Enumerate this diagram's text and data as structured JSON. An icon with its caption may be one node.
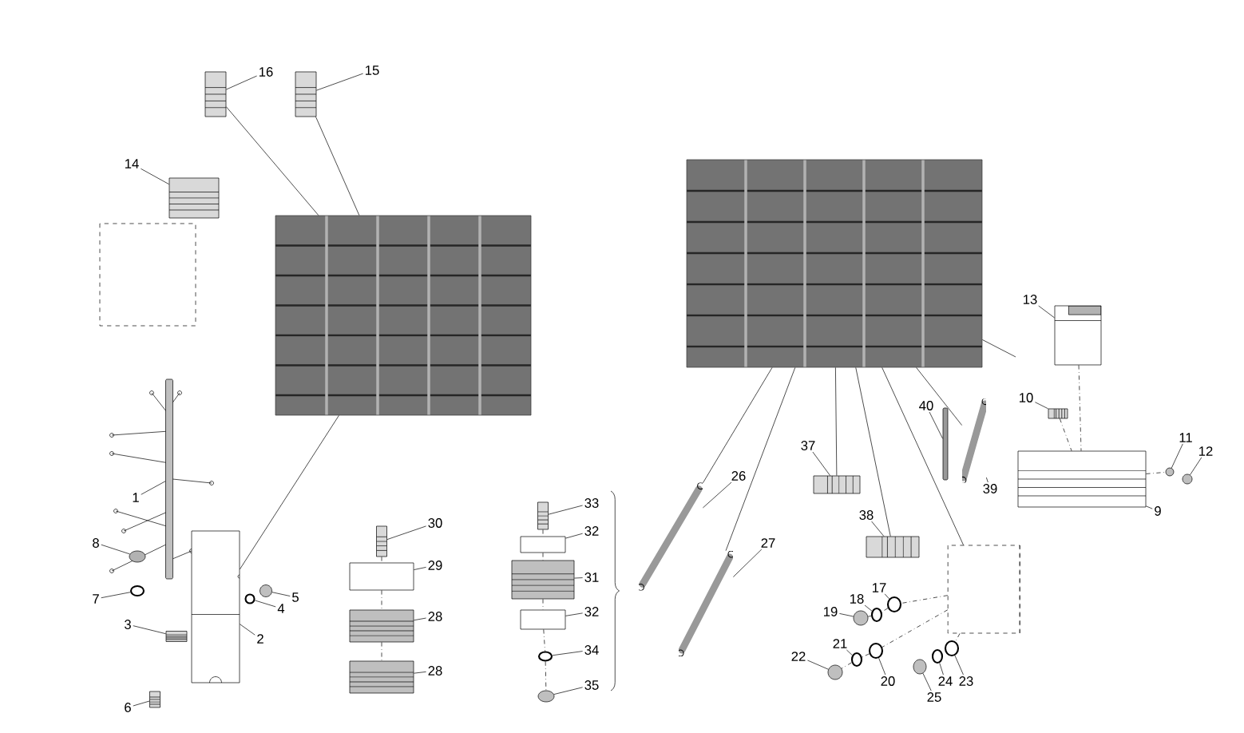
{
  "diagram": {
    "nodes": [
      {
        "text": [],
        "shape": "picture"
      },
      {
        "text": [],
        "shape": "picture"
      },
      {
        "text": [],
        "shape": "cylinder"
      },
      {
        "text": [
          "16"
        ]
      },
      {
        "text": [],
        "shape": "picture"
      },
      {
        "text": [
          "15"
        ]
      },
      {
        "text": [],
        "shape": "picture"
      },
      {
        "text": [
          "14"
        ]
      },
      {
        "text": [],
        "shape": "picture"
      },
      {
        "text": [
          "1"
        ]
      },
      {
        "text": [],
        "shape": "bar"
      },
      {
        "text": [
          "8"
        ]
      },
      {
        "text": [],
        "shape": "circle"
      },
      {
        "text": [
          "7"
        ]
      },
      {
        "text": [],
        "shape": "circle"
      },
      {
        "text": [
          "3"
        ]
      },
      {
        "text": [],
        "shape": "picture"
      },
      {
        "text": [
          "6"
        ]
      },
      {
        "text": [],
        "shape": "picture"
      },
      {
        "text": [
          "2"
        ]
      },
      {
        "text": [],
        "shape": "picture"
      },
      {
        "text": [
          "5"
        ]
      },
      {
        "text": [],
        "shape": "circle"
      },
      {
        "text": [
          "4"
        ]
      },
      {
        "text": [],
        "shape": "circle"
      },
      {
        "text": [
          "30"
        ]
      },
      {
        "text": [],
        "shape": "picture"
      },
      {
        "text": [
          "29"
        ]
      },
      {
        "text": [],
        "shape": "box"
      },
      {
        "text": [
          "28"
        ]
      },
      {
        "text": [],
        "shape": "picture"
      },
      {
        "text": [
          "28"
        ]
      },
      {
        "text": [],
        "shape": "picture"
      },
      {
        "text": [
          "33"
        ]
      },
      {
        "text": [],
        "shape": "picture"
      },
      {
        "text": [
          "32"
        ]
      },
      {
        "text": [],
        "shape": "box"
      },
      {
        "text": [
          "31"
        ]
      },
      {
        "text": [],
        "shape": "picture"
      },
      {
        "text": [
          "32"
        ]
      },
      {
        "text": [],
        "shape": "box"
      },
      {
        "text": [
          "34"
        ]
      },
      {
        "text": [],
        "shape": "circle"
      },
      {
        "text": [
          "35"
        ]
      },
      {
        "text": [],
        "shape": "circle"
      },
      {
        "text": [
          "26"
        ]
      },
      {
        "text": [],
        "shape": "picture"
      },
      {
        "text": [
          "27"
        ]
      },
      {
        "text": [],
        "shape": "picture"
      },
      {
        "text": [
          "40"
        ]
      },
      {
        "text": [],
        "shape": "bar"
      },
      {
        "text": [
          "39"
        ]
      },
      {
        "text": [],
        "shape": "picture"
      },
      {
        "text": [
          "37"
        ]
      },
      {
        "text": [],
        "shape": "picture"
      },
      {
        "text": [
          "38"
        ]
      },
      {
        "text": [],
        "shape": "picture"
      },
      {
        "text": [
          "17"
        ]
      },
      {
        "text": [],
        "shape": "circle"
      },
      {
        "text": [
          "18"
        ]
      },
      {
        "text": [],
        "shape": "circle"
      },
      {
        "text": [
          "19"
        ]
      },
      {
        "text": [],
        "shape": "circle"
      },
      {
        "text": [
          "21"
        ]
      },
      {
        "text": [],
        "shape": "circle"
      },
      {
        "text": [
          "22"
        ]
      },
      {
        "text": [],
        "shape": "circle"
      },
      {
        "text": [
          "20"
        ]
      },
      {
        "text": [],
        "shape": "circle"
      },
      {
        "text": [
          "25"
        ]
      },
      {
        "text": [],
        "shape": "circle"
      },
      {
        "text": [
          "24"
        ]
      },
      {
        "text": [],
        "shape": "circle"
      },
      {
        "text": [
          "23"
        ]
      },
      {
        "text": [],
        "shape": "circle"
      },
      {
        "text": [
          "13"
        ]
      },
      {
        "text": [],
        "shape": "picture"
      },
      {
        "text": [
          "10"
        ]
      },
      {
        "text": [],
        "shape": "picture"
      },
      {
        "text": [
          "9"
        ]
      },
      {
        "text": [],
        "shape": "picture"
      },
      {
        "text": [
          "11"
        ]
      },
      {
        "text": [],
        "shape": "circle"
      },
      {
        "text": [
          "12"
        ]
      },
      {
        "text": [],
        "shape": "circle"
      }
    ],
    "edges": [
      {
        "from": 3,
        "to": 4,
        "arrow": "none"
      },
      {
        "from": 5,
        "to": 6,
        "arrow": "none"
      },
      {
        "from": 7,
        "to": 8,
        "arrow": "none"
      },
      {
        "from": 9,
        "to": 10,
        "arrow": "none"
      },
      {
        "from": 11,
        "to": 12,
        "arrow": "none"
      },
      {
        "from": 13,
        "to": 14,
        "arrow": "none"
      },
      {
        "from": 15,
        "to": 16,
        "arrow": "none"
      },
      {
        "from": 17,
        "to": 18,
        "arrow": "none"
      },
      {
        "from": 19,
        "to": 20,
        "arrow": "none"
      },
      {
        "from": 21,
        "to": 22,
        "arrow": "none"
      },
      {
        "from": 23,
        "to": 24,
        "arrow": "none"
      },
      {
        "from": 25,
        "to": 26,
        "arrow": "none"
      },
      {
        "from": 27,
        "to": 28,
        "arrow": "none"
      },
      {
        "from": 29,
        "to": 30,
        "arrow": "none"
      },
      {
        "from": 31,
        "to": 32,
        "arrow": "none"
      },
      {
        "from": 33,
        "to": 34,
        "arrow": "none"
      },
      {
        "from": 35,
        "to": 36,
        "arrow": "none"
      },
      {
        "from": 37,
        "to": 38,
        "arrow": "none"
      },
      {
        "from": 39,
        "to": 40,
        "arrow": "none"
      },
      {
        "from": 41,
        "to": 42,
        "arrow": "none"
      },
      {
        "from": 43,
        "to": 44,
        "arrow": "none"
      },
      {
        "from": 45,
        "to": 46,
        "arrow": "none"
      },
      {
        "from": 47,
        "to": 48,
        "arrow": "none"
      },
      {
        "from": 49,
        "to": 50,
        "arrow": "none"
      },
      {
        "from": 51,
        "to": 52,
        "arrow": "none"
      },
      {
        "from": 53,
        "to": 54,
        "arrow": "none"
      },
      {
        "from": 55,
        "to": 56,
        "arrow": "none"
      },
      {
        "from": 57,
        "to": 58,
        "arrow": "none"
      },
      {
        "from": 59,
        "to": 60,
        "arrow": "none"
      },
      {
        "from": 61,
        "to": 62,
        "arrow": "none"
      },
      {
        "from": 63,
        "to": 64,
        "arrow": "none"
      },
      {
        "from": 65,
        "to": 66,
        "arrow": "none"
      },
      {
        "from": 67,
        "to": 68,
        "arrow": "none"
      },
      {
        "from": 69,
        "to": 70,
        "arrow": "none"
      },
      {
        "from": 71,
        "to": 72,
        "arrow": "none"
      },
      {
        "from": 73,
        "to": 74,
        "arrow": "none"
      },
      {
        "from": 75,
        "to": 76,
        "arrow": "none"
      },
      {
        "from": 77,
        "to": 78,
        "arrow": "none"
      },
      {
        "from": 79,
        "to": 80,
        "arrow": "none"
      },
      {
        "from": 81,
        "to": 82,
        "arrow": "none"
      },
      {
        "from": 83,
        "to": 84,
        "arrow": "none"
      },
      {
        "from": 4,
        "to": 0,
        "arrow": "none"
      },
      {
        "from": 6,
        "to": 0,
        "arrow": "none"
      },
      {
        "from": 20,
        "to": 0,
        "arrow": "none"
      },
      {
        "from": 46,
        "to": 1,
        "arrow": "none"
      },
      {
        "from": 48,
        "to": 1,
        "arrow": "none"
      },
      {
        "from": 54,
        "to": 1,
        "arrow": "none"
      },
      {
        "from": 56,
        "to": 1,
        "arrow": "none"
      },
      {
        "from": 2,
        "to": 1,
        "arrow": "none"
      },
      {
        "from": 52,
        "to": 1,
        "arrow": "none"
      },
      {
        "from": 1,
        "to": null,
        "arrow": "none"
      },
      {
        "from": 26,
        "to": 28,
        "arrow": "none",
        "style": "dashed"
      },
      {
        "from": 28,
        "to": 30,
        "arrow": "none",
        "style": "dashed"
      },
      {
        "from": 30,
        "to": 32,
        "arrow": "none",
        "style": "dashed"
      },
      {
        "from": 34,
        "to": 36,
        "arrow": "none",
        "style": "dashed"
      },
      {
        "from": 36,
        "to": 38,
        "arrow": "none",
        "style": "dashed"
      },
      {
        "from": 38,
        "to": 40,
        "arrow": "none",
        "style": "dashed"
      },
      {
        "from": 40,
        "to": 42,
        "arrow": "none",
        "style": "dashed"
      },
      {
        "from": 42,
        "to": 44,
        "arrow": "none",
        "style": "dashed"
      },
      {
        "from": 76,
        "to": 80,
        "arrow": "none",
        "style": "dashed"
      },
      {
        "from": 78,
        "to": 80,
        "arrow": "none",
        "style": "dashed"
      },
      {
        "from": 80,
        "to": 82,
        "arrow": "none",
        "style": "dashed"
      },
      {
        "from": 2,
        "to": 58,
        "arrow": "none",
        "style": "dashed"
      },
      {
        "from": 58,
        "to": 60,
        "arrow": "none",
        "style": "dashed"
      },
      {
        "from": 60,
        "to": 62,
        "arrow": "none",
        "style": "dashed"
      },
      {
        "from": 2,
        "to": 68,
        "arrow": "none",
        "style": "dashed"
      },
      {
        "from": 68,
        "to": 64,
        "arrow": "none",
        "style": "dashed"
      },
      {
        "from": 64,
        "to": 66,
        "arrow": "none",
        "style": "dashed"
      },
      {
        "from": 2,
        "to": 74,
        "arrow": "none",
        "style": "dashed"
      }
    ]
  }
}
